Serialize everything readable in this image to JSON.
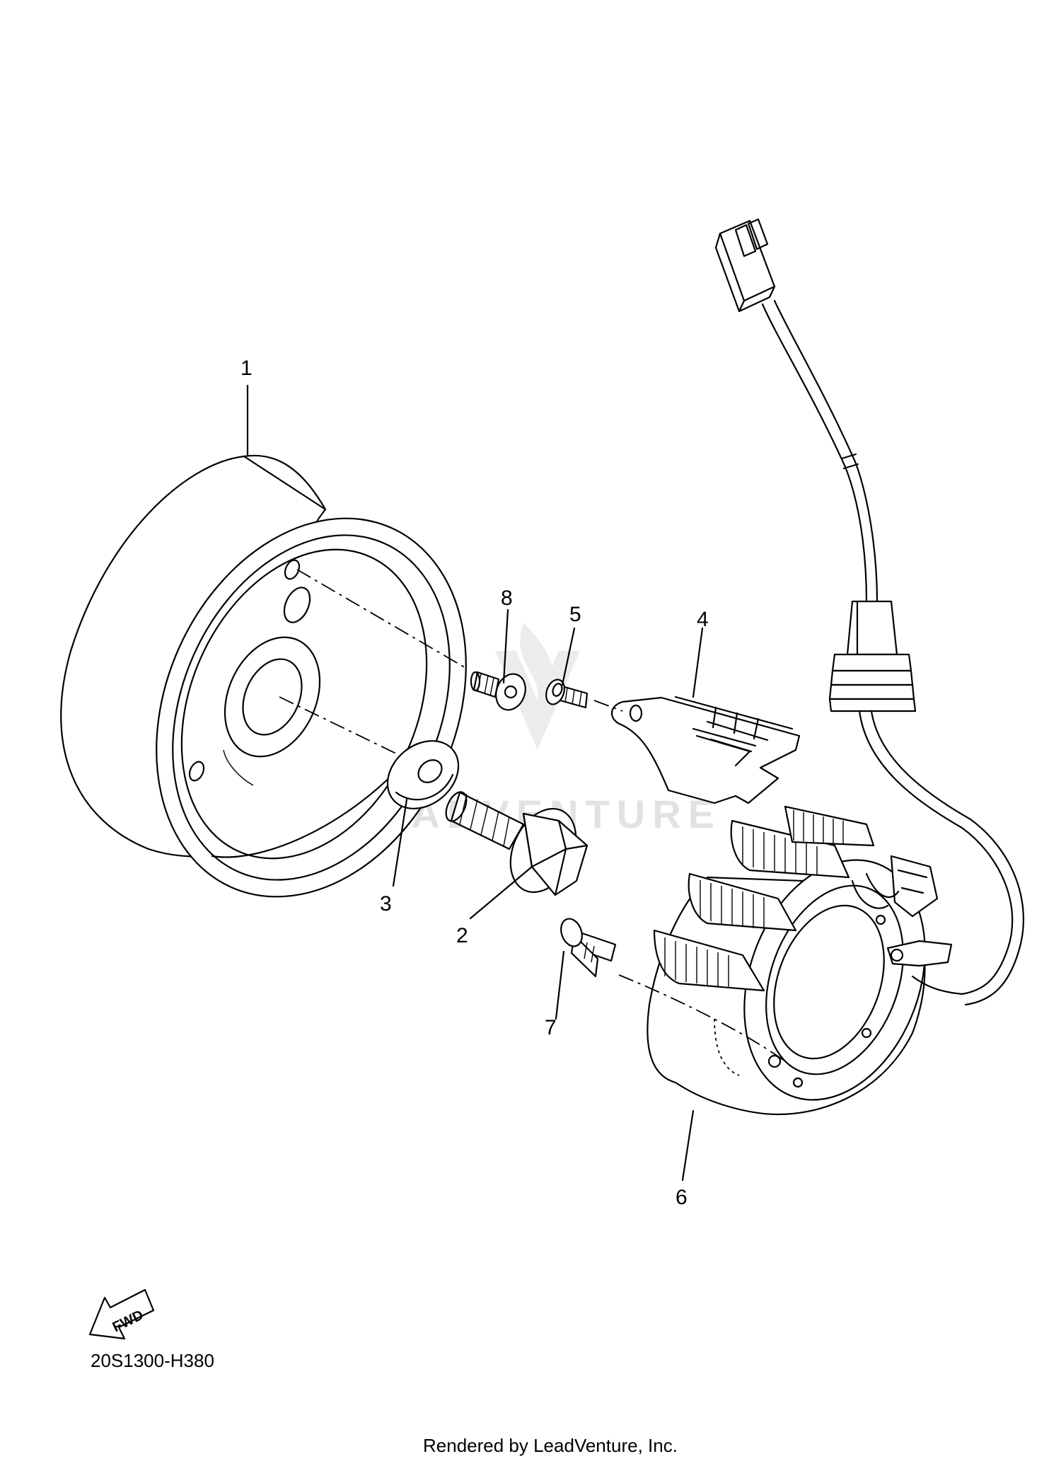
{
  "callouts": [
    {
      "id": "1",
      "text": "1"
    },
    {
      "id": "2",
      "text": "2"
    },
    {
      "id": "3",
      "text": "3"
    },
    {
      "id": "4",
      "text": "4"
    },
    {
      "id": "5",
      "text": "5"
    },
    {
      "id": "6",
      "text": "6"
    },
    {
      "id": "7",
      "text": "7"
    },
    {
      "id": "8",
      "text": "8"
    }
  ],
  "fwd_badge": "FWD",
  "diagram_code": "20S1300-H380",
  "footer": "Rendered by LeadVenture, Inc.",
  "watermark": "LEADVENTURE"
}
